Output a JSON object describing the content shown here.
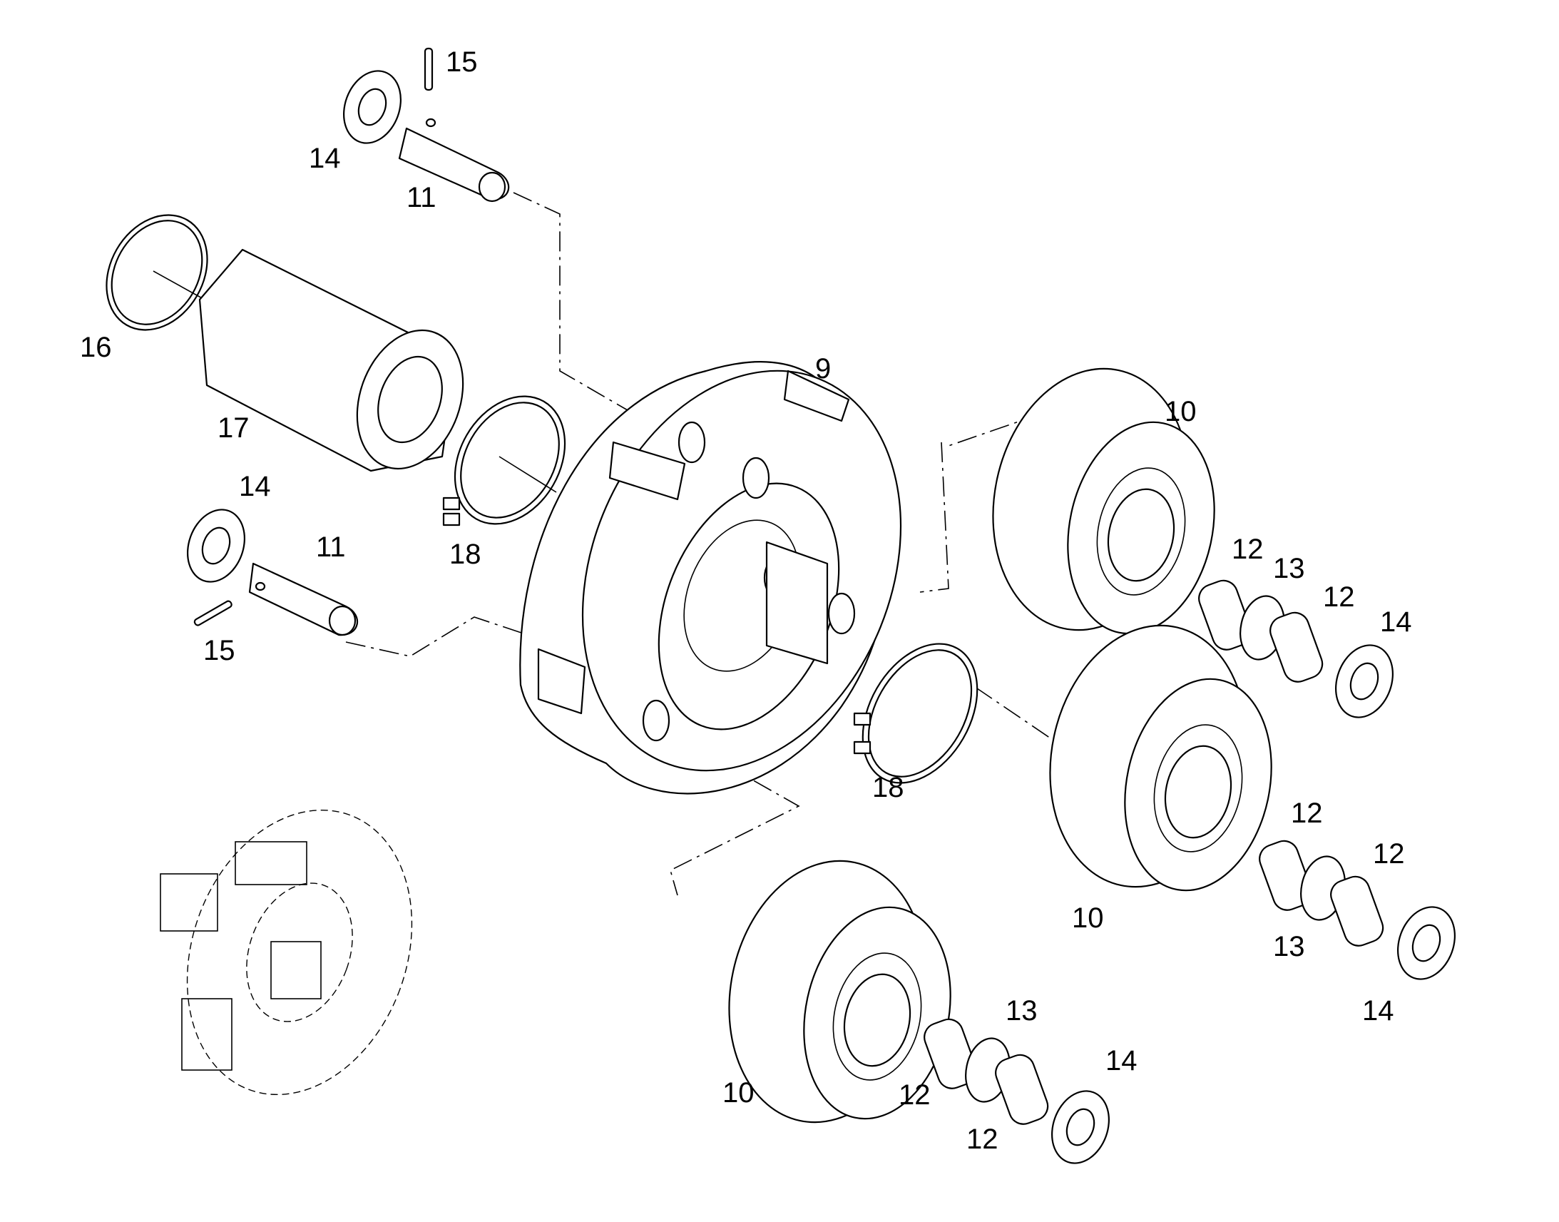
{
  "callouts": [
    {
      "id": "c1",
      "part": "15",
      "text": "15"
    },
    {
      "id": "c2",
      "part": "14",
      "text": "14"
    },
    {
      "id": "c3",
      "part": "11",
      "text": "11"
    },
    {
      "id": "c4",
      "part": "16",
      "text": "16"
    },
    {
      "id": "c5",
      "part": "17",
      "text": "17"
    },
    {
      "id": "c6",
      "part": "9",
      "text": "9"
    },
    {
      "id": "c7",
      "part": "10",
      "text": "10"
    },
    {
      "id": "c8",
      "part": "14",
      "text": "14"
    },
    {
      "id": "c9",
      "part": "11",
      "text": "11"
    },
    {
      "id": "c10",
      "part": "18",
      "text": "18"
    },
    {
      "id": "c11",
      "part": "12",
      "text": "12"
    },
    {
      "id": "c12",
      "part": "13",
      "text": "13"
    },
    {
      "id": "c13",
      "part": "12",
      "text": "12"
    },
    {
      "id": "c14",
      "part": "14",
      "text": "14"
    },
    {
      "id": "c15",
      "part": "15",
      "text": "15"
    },
    {
      "id": "c16",
      "part": "18",
      "text": "18"
    },
    {
      "id": "c17",
      "part": "12",
      "text": "12"
    },
    {
      "id": "c18",
      "part": "12",
      "text": "12"
    },
    {
      "id": "c19",
      "part": "10",
      "text": "10"
    },
    {
      "id": "c20",
      "part": "13",
      "text": "13"
    },
    {
      "id": "c21",
      "part": "14",
      "text": "14"
    },
    {
      "id": "c22",
      "part": "13",
      "text": "13"
    },
    {
      "id": "c23",
      "part": "14",
      "text": "14"
    },
    {
      "id": "c24",
      "part": "10",
      "text": "10"
    },
    {
      "id": "c25",
      "part": "12",
      "text": "12"
    },
    {
      "id": "c26",
      "part": "12",
      "text": "12"
    }
  ]
}
